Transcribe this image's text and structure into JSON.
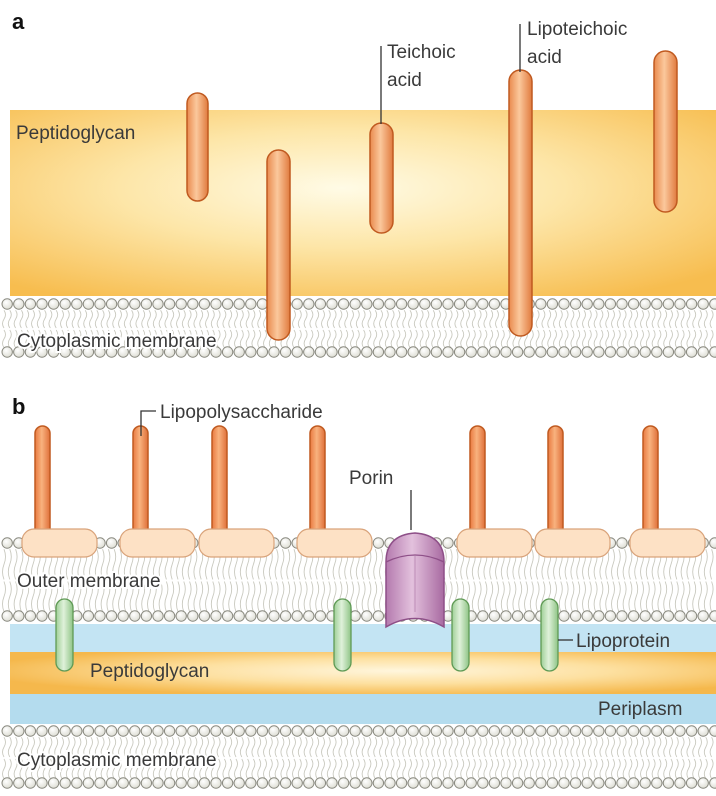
{
  "panel_a": {
    "letter": "a",
    "labels": {
      "peptidoglycan": "Peptidoglycan",
      "cytoplasmic_membrane": "Cytoplasmic membrane",
      "teichoic_line1": "Teichoic",
      "teichoic_line2": "acid",
      "lipoteichoic_line1": "Lipoteichoic",
      "lipoteichoic_line2": "acid"
    }
  },
  "panel_b": {
    "letter": "b",
    "labels": {
      "lipopolysaccharide": "Lipopolysaccharide",
      "porin": "Porin",
      "outer_membrane": "Outer membrane",
      "lipoprotein": "Lipoprotein",
      "peptidoglycan": "Peptidoglycan",
      "periplasm": "Periplasm",
      "cytoplasmic_membrane": "Cytoplasmic membrane"
    }
  },
  "colors": {
    "peptidoglycan_center": "#fffbe6",
    "peptidoglycan_edge": "#f7bd4f",
    "teichoic_rod": "#f0a060",
    "lipopolysaccharide": "#f08a50",
    "porin": "#c98fc2",
    "lipoprotein": "#b7e0b0",
    "periplasm": "#b9dff0",
    "membrane_lipid": "#f2f2ec"
  }
}
